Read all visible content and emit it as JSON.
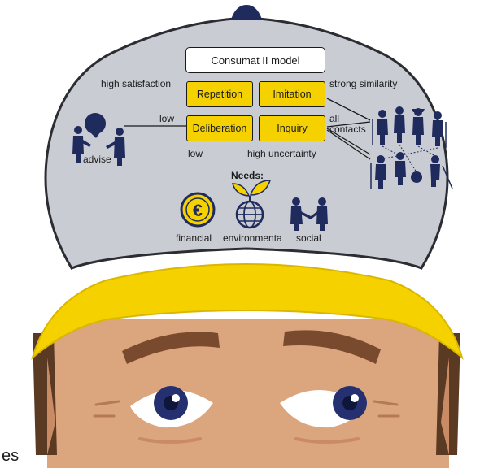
{
  "colors": {
    "hat": "#c9ccd3",
    "hat_outline": "#2c2c33",
    "brim": "#f6d100",
    "box_fill": "#f6d100",
    "skin": "#dba57e",
    "skin_shadow": "#c98b63",
    "eyebrow": "#7a4a2f",
    "iris": "#24306f",
    "icon_blue": "#1f2b5d"
  },
  "model": {
    "title": "Consumat II model",
    "boxes": {
      "repetition": "Repetition",
      "imitation": "Imitation",
      "deliberation": "Deliberation",
      "inquiry": "Inquiry"
    },
    "labels": {
      "high_satisfaction": "high satisfaction",
      "strong_similarity": "strong similarity",
      "low_left": "low",
      "low_bottom": "low",
      "high_uncertainty": "high uncertainty",
      "all": "all",
      "contacts": "contacts",
      "advise": "advise"
    }
  },
  "needs": {
    "heading": "Needs:",
    "items": [
      {
        "label": "financial",
        "icon": "euro-coin-icon"
      },
      {
        "label": "environmenta",
        "icon": "globe-sprout-icon"
      },
      {
        "label": "social",
        "icon": "handshake-icon"
      }
    ]
  },
  "partial_text": "es"
}
